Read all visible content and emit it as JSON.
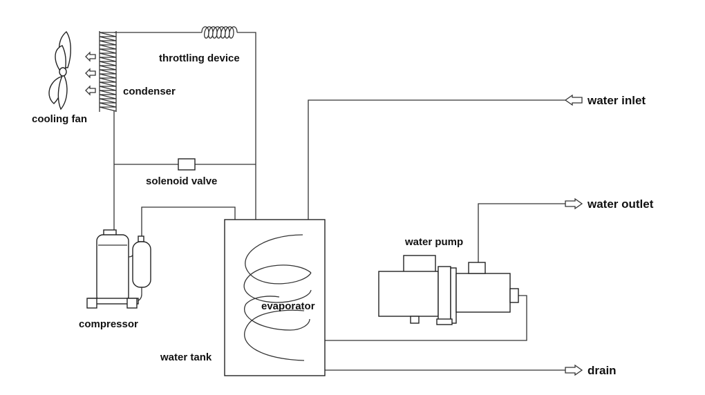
{
  "labels": {
    "throttling_device": "throttling device",
    "condenser": "condenser",
    "cooling_fan": "cooling fan",
    "solenoid_valve": "solenoid valve",
    "compressor": "compressor",
    "evaporator": "evaporator",
    "water_tank": "water tank",
    "water_pump": "water pump",
    "water_inlet": "water inlet",
    "water_outlet": "water outlet",
    "drain": "drain"
  },
  "icons": {
    "fan": "cooling-fan-icon",
    "coil": "condenser-coil-icon",
    "throttle": "throttling-coil-icon",
    "valve": "solenoid-valve-icon",
    "compressor": "compressor-icon",
    "tank": "water-tank-icon",
    "evaporator": "evaporator-coil-icon",
    "pump": "water-pump-icon",
    "arrow": "flow-arrow-icon"
  },
  "colors": {
    "line": "#333333",
    "text": "#111111",
    "background": "#ffffff"
  }
}
